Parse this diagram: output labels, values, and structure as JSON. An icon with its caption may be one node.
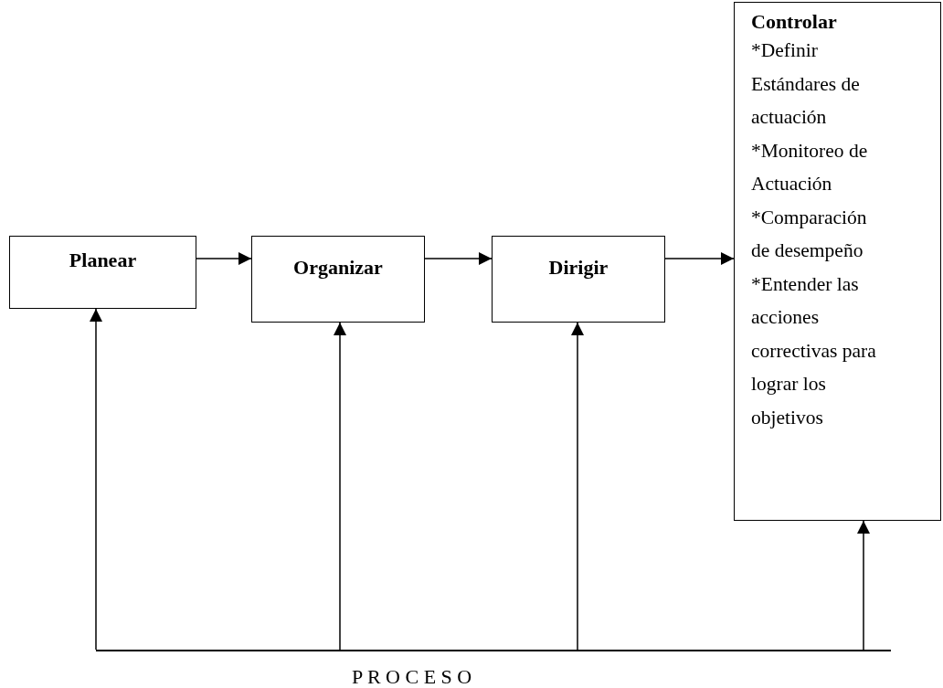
{
  "diagram": {
    "nodes": [
      {
        "text": [
          "Planear"
        ]
      },
      {
        "text": [
          "Organizar"
        ]
      },
      {
        "text": [
          "Dirigir"
        ]
      },
      {
        "text": [
          "Controlar",
          "*Definir Estándares de actuación",
          "*Monitoreo de Actuación",
          "*Comparación de desempeño",
          "*Entender las acciones correctivas para lograr los objetivos"
        ]
      },
      {
        "text": [],
        "shape": "bar",
        "beside": [
          "P R O C E S O"
        ]
      }
    ],
    "edges": [
      {
        "from": 0,
        "to": 1,
        "arrow": "to"
      },
      {
        "from": 1,
        "to": 2,
        "arrow": "to"
      },
      {
        "from": 2,
        "to": 3,
        "arrow": "to"
      },
      {
        "from": 4,
        "to": 0,
        "arrow": "to"
      },
      {
        "from": 4,
        "to": 1,
        "arrow": "to"
      },
      {
        "from": 4,
        "to": 2,
        "arrow": "to"
      },
      {
        "from": 4,
        "to": 3,
        "arrow": "to"
      }
    ]
  }
}
